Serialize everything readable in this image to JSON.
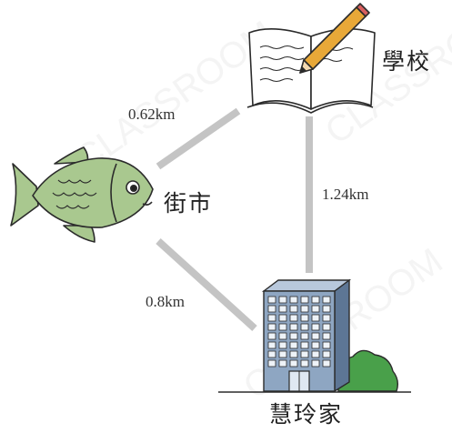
{
  "places": {
    "school": "學校",
    "market": "街市",
    "home": "慧玲家"
  },
  "distances": {
    "market_school": "0.62km",
    "school_home": "1.24km",
    "market_home": "0.8km"
  },
  "watermark": "CLASSROOM",
  "icons": {
    "market": "fish-icon",
    "school": "notebook-pencil-icon",
    "home": "apartment-building-icon"
  },
  "colors": {
    "route": "#c4c4c4",
    "fish": "#a9c88f",
    "building": "#8ea6c2",
    "tree": "#49a04a"
  }
}
